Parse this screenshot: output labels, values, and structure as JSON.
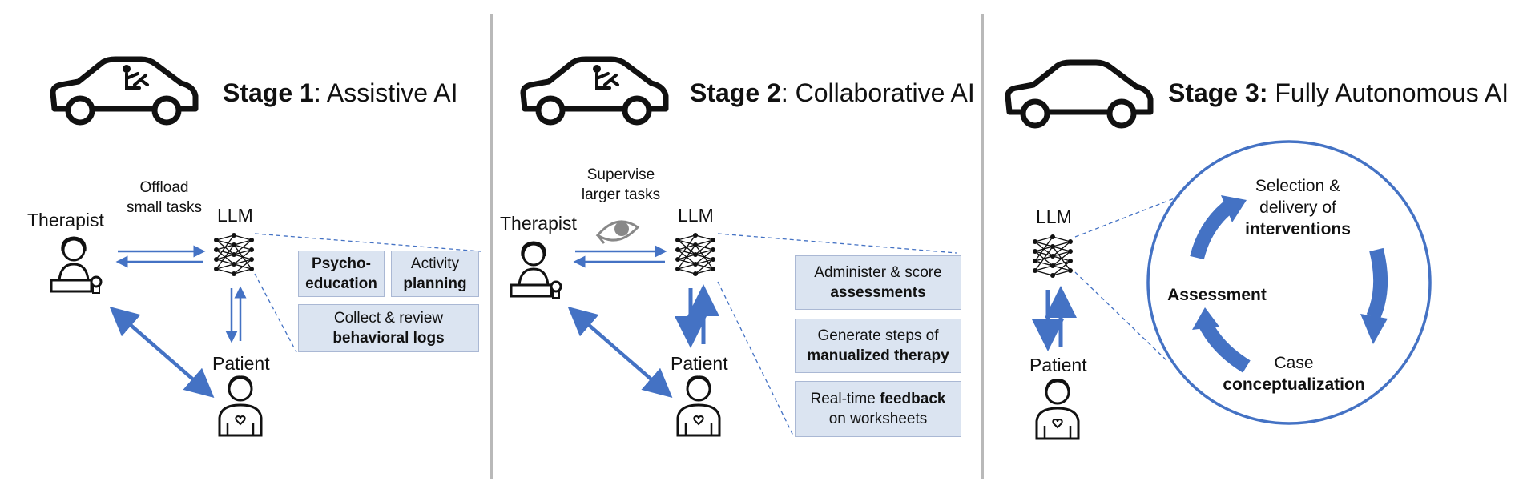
{
  "stages": [
    {
      "title_bold": "Stage 1",
      "title_rest": ": Assistive AI",
      "therapist_label": "Therapist",
      "llm_label": "LLM",
      "patient_label": "Patient",
      "arrow_label_1": "Offload",
      "arrow_label_2": "small tasks",
      "boxes": [
        {
          "line1": "Psycho-",
          "line2": "education",
          "bold_line1": true,
          "bold_line2": true
        },
        {
          "line1": "Activity",
          "line2": "planning",
          "bold_line1": false,
          "bold_line2": true
        },
        {
          "line1": "Collect & review",
          "line2": "behavioral logs",
          "bold_line1": false,
          "bold_line2": true
        }
      ]
    },
    {
      "title_bold": "Stage 2",
      "title_rest": ": Collaborative AI",
      "therapist_label": "Therapist",
      "llm_label": "LLM",
      "patient_label": "Patient",
      "arrow_label_1": "Supervise",
      "arrow_label_2": "larger tasks",
      "boxes": [
        {
          "line1": "Administer & score",
          "line2": "assessments"
        },
        {
          "line1": "Generate steps of",
          "line2": "manualized therapy"
        },
        {
          "line1_pre": "Real-time ",
          "line1_bold": "feedback",
          "line2": "on worksheets"
        }
      ]
    },
    {
      "title_bold": "Stage 3:",
      "title_rest": " Fully Autonomous AI",
      "llm_label": "LLM",
      "patient_label": "Patient",
      "cycle": {
        "top_line1": "Selection &",
        "top_line2": "delivery of",
        "top_line3": "interventions",
        "left": "Assessment",
        "bottom_line1": "Case",
        "bottom_line2": "conceptualization"
      }
    }
  ],
  "colors": {
    "accent": "#4472c4",
    "box_fill": "#dbe4f1",
    "divider": "#b9b9b9"
  }
}
